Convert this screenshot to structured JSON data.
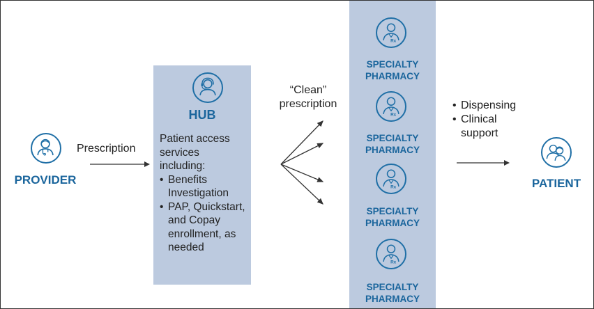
{
  "provider": {
    "label": "PROVIDER",
    "icon": "doctor-icon"
  },
  "arrow_prescription": "Prescription",
  "hub": {
    "label": "HUB",
    "icon": "hub-agent-icon",
    "intro_lines": [
      "Patient access",
      "services",
      "including:"
    ],
    "bullets": [
      [
        "Benefits",
        "Investigation"
      ],
      [
        "PAP, Quickstart,",
        "and Copay",
        "enrollment, as",
        "needed"
      ]
    ]
  },
  "clean_prescription": [
    "“Clean”",
    "prescription"
  ],
  "pharmacies": [
    {
      "line1": "SPECIALTY",
      "line2": "PHARMACY",
      "icon": "pharmacist-icon"
    },
    {
      "line1": "SPECIALTY",
      "line2": "PHARMACY",
      "icon": "pharmacist-icon"
    },
    {
      "line1": "SPECIALTY",
      "line2": "PHARMACY",
      "icon": "pharmacist-icon"
    },
    {
      "line1": "SPECIALTY",
      "line2": "PHARMACY",
      "icon": "pharmacist-icon"
    }
  ],
  "services": {
    "bullets": [
      [
        "Dispensing"
      ],
      [
        "Clinical",
        "support"
      ]
    ]
  },
  "patient": {
    "label": "PATIENT",
    "icon": "patients-icon"
  },
  "colors": {
    "box_fill": "#bccadf",
    "accent": "#1a659c",
    "icon_stroke": "#1f6fa6"
  }
}
